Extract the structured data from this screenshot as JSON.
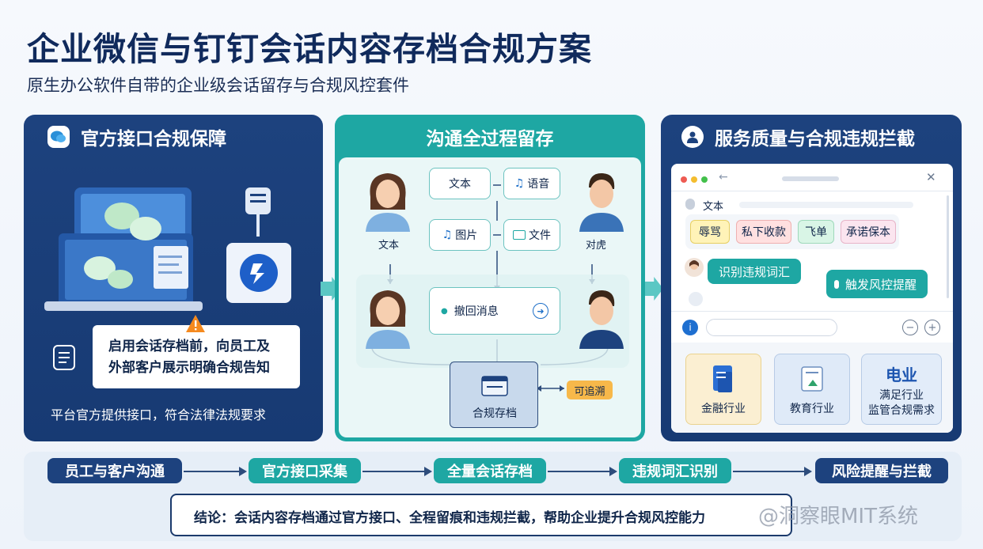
{
  "header": {
    "title": "企业微信与钉钉会话内容存档合规方案",
    "subtitle": "原生办公软件自带的企业级会话留存与合规风控套件"
  },
  "panel_left": {
    "title": "官方接口合规保障",
    "notice_line1": "启用会话存档前，向员工及",
    "notice_line2": "外部客户展示明确合规告知",
    "footer": "平台官方提供接口，符合法律法规要求"
  },
  "panel_middle": {
    "title": "沟通全过程留存",
    "msg_text": "文本",
    "msg_voice": "语音",
    "msg_image": "图片",
    "msg_file": "文件",
    "person_left_label": "文本",
    "person_right_label": "对虎",
    "recall": "撤回消息",
    "archive": "合规存档",
    "traceable": "可追溯"
  },
  "panel_right": {
    "title": "服务质量与合规违规拦截",
    "chat_label": "文本",
    "tags": [
      "辱骂",
      "私下收款",
      "飞单",
      "承诺保本"
    ],
    "identify": "识别违规词汇",
    "alert": "触发风控提醒",
    "industries": {
      "finance": "金融行业",
      "education": "教育行业",
      "power_title": "电业",
      "power_line1": "满足行业",
      "power_line2": "监管合规需求"
    }
  },
  "flow": {
    "steps": [
      "员工与客户沟通",
      "官方接口采集",
      "全量会话存档",
      "违规词汇识别",
      "风险提醒与拦截"
    ],
    "conclusion": "结论：会话内容存档通过官方接口、全程留痕和违规拦截，帮助企业提升合规风控能力",
    "watermark": "@洞察眼MIT系统"
  },
  "colors": {
    "navy": "#1d427e",
    "teal": "#1ea7a3",
    "orange": "#f5a623"
  }
}
